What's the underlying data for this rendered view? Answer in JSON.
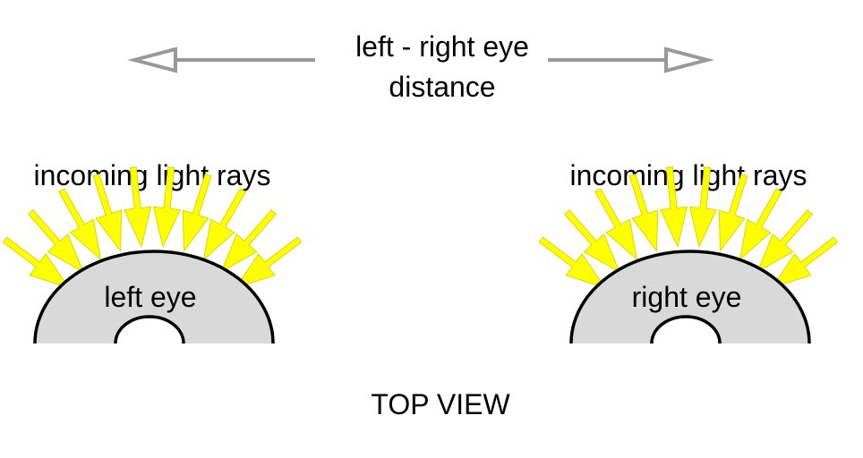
{
  "distance_label": {
    "line1": "left - right eye",
    "line2": "distance"
  },
  "left_eye": {
    "rays_label": "incoming light rays",
    "label": "left eye"
  },
  "right_eye": {
    "rays_label": "incoming light rays",
    "label": "right eye"
  },
  "view_label": "TOP VIEW",
  "colors": {
    "ray_fill": "#ffff00",
    "ray_stroke": "#d8d800",
    "eye_fill": "#d9d9d9",
    "arrow_stroke": "#999999",
    "outline": "#000000"
  }
}
